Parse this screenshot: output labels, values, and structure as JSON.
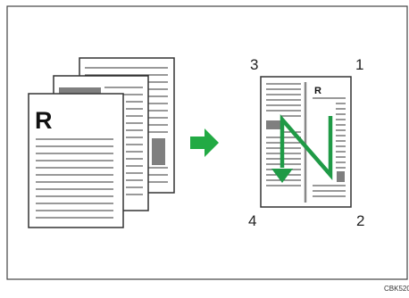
{
  "diagram": {
    "source_letter": "R",
    "result_letter": "R",
    "corner_labels": {
      "top_left": "3",
      "top_right": "1",
      "bottom_left": "4",
      "bottom_right": "2"
    },
    "image_code": "CBK520",
    "colors": {
      "frame": "#444444",
      "paper": "#ffffff",
      "line": "#333333",
      "gray_block": "#7f7f7f",
      "arrow_green": "#22aa44",
      "n_stroke": "#1f9a46"
    }
  }
}
